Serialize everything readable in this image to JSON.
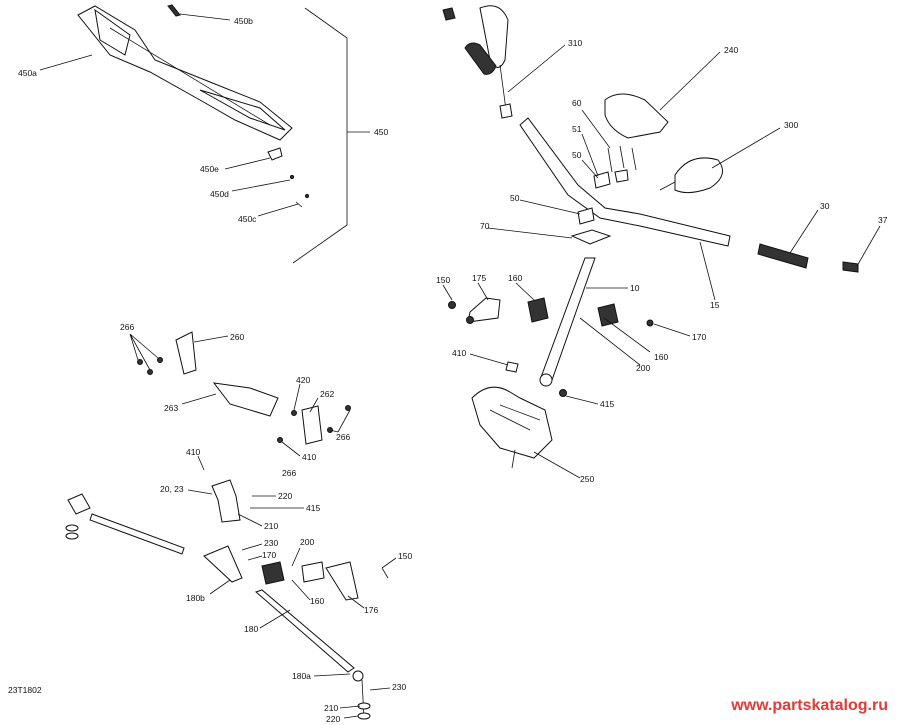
{
  "diagram": {
    "drawing_number": "23T1802",
    "watermark": "www.partskatalog.ru",
    "callouts": [
      "450b",
      "450a",
      "450",
      "450e",
      "450d",
      "450c",
      "310",
      "240",
      "300",
      "60",
      "51",
      "50",
      "50",
      "70",
      "10",
      "15",
      "30",
      "37",
      "150",
      "175",
      "160",
      "160",
      "170",
      "200",
      "410",
      "415",
      "250",
      "266",
      "260",
      "263",
      "420",
      "262",
      "266",
      "410",
      "266",
      "410",
      "20, 23",
      "220",
      "415",
      "210",
      "230",
      "170",
      "200",
      "150",
      "160",
      "176",
      "180b",
      "180",
      "180a",
      "230",
      "210",
      "220"
    ]
  }
}
